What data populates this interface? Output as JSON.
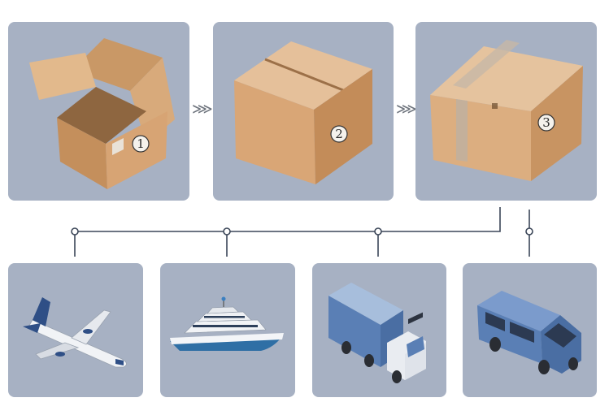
{
  "steps": [
    {
      "number": "1"
    },
    {
      "number": "2"
    },
    {
      "number": "3"
    }
  ],
  "arrows": [
    {
      "glyph": "⋙"
    },
    {
      "glyph": "⋙"
    }
  ],
  "icons": [
    "open-box-icon",
    "closed-box-icon",
    "taped-box-icon",
    "airplane-icon",
    "ship-icon",
    "truck-icon",
    "van-icon"
  ],
  "colors": {
    "card_bg": "#a7b1c3",
    "box": "#d3a478",
    "connector": "#3b4658",
    "vehicle_blue": "#5a7fb5"
  }
}
